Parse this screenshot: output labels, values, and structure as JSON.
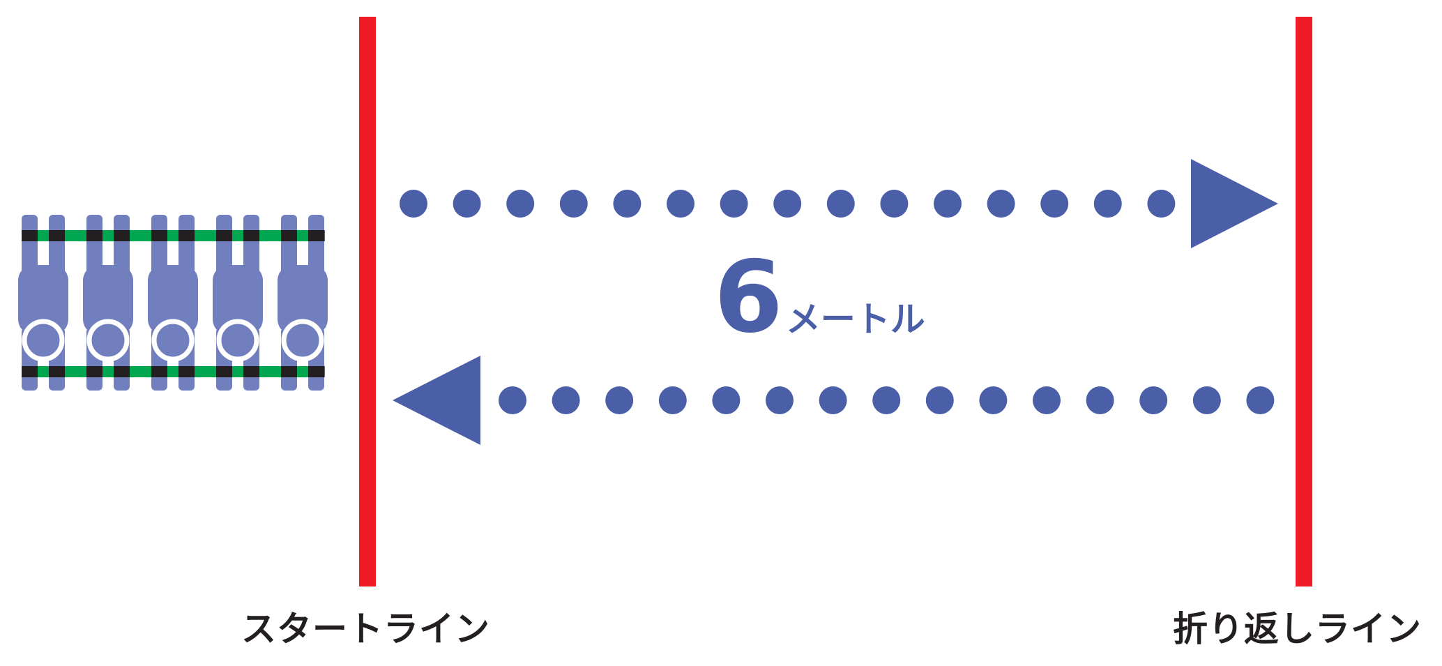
{
  "diagram": {
    "start_line_label": "スタートライン",
    "turnaround_line_label": "折り返しライン",
    "distance_value": "6",
    "distance_unit": "メートル",
    "colors": {
      "line": "#ee1c25",
      "arrow": "#4a5fa8",
      "player": "#727fbf",
      "player_ring": "#ffffff",
      "stripe_green": "#00a650",
      "stripe_black": "#231f20",
      "label": "#231f20"
    },
    "player_count": 5,
    "direction_out": "right",
    "direction_back": "left"
  }
}
